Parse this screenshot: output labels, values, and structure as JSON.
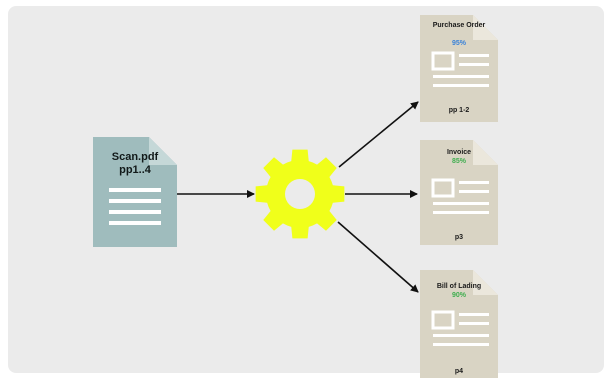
{
  "colors": {
    "canvas": "#ebebeb",
    "source_doc": "#9fbcbd",
    "source_fold": "#c5d8d8",
    "output_doc": "#d9d4c4",
    "output_fold": "#ebe7dc",
    "gear": "#f0ff1a",
    "arrow": "#111111",
    "confidence_blue": "#3a82d8",
    "confidence_green": "#3fae4f"
  },
  "source": {
    "filename": "Scan.pdf",
    "pages": "pp1..4",
    "icon": "document-icon"
  },
  "processor": {
    "icon": "gear-icon"
  },
  "outputs": [
    {
      "title": "Purchase Order",
      "confidence": "95%",
      "confidence_color": "blue",
      "pages": "pp 1-2"
    },
    {
      "title": "Invoice",
      "confidence": "85%",
      "confidence_color": "green",
      "pages": "p3"
    },
    {
      "title": "Bill of Lading",
      "confidence": "90%",
      "confidence_color": "green",
      "pages": "p4"
    }
  ]
}
